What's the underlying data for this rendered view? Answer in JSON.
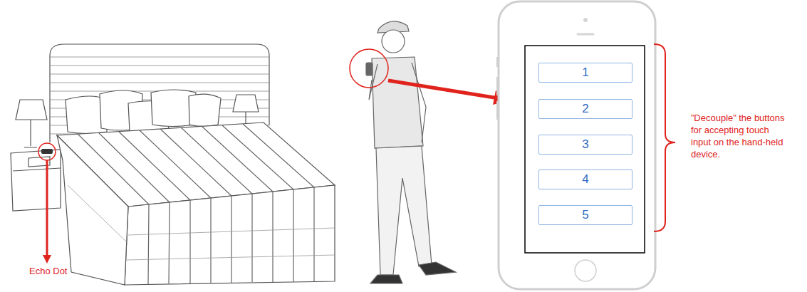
{
  "diagram": {
    "nodes": [
      {
        "text": [
          "1"
        ]
      },
      {
        "text": [
          "2"
        ]
      },
      {
        "text": [
          "3"
        ]
      },
      {
        "text": [
          "4"
        ]
      },
      {
        "text": [
          "5"
        ]
      }
    ],
    "labels": [
      "Echo Dot",
      "”Decouple” the buttons for accepting touch input on the hand-held device."
    ]
  }
}
